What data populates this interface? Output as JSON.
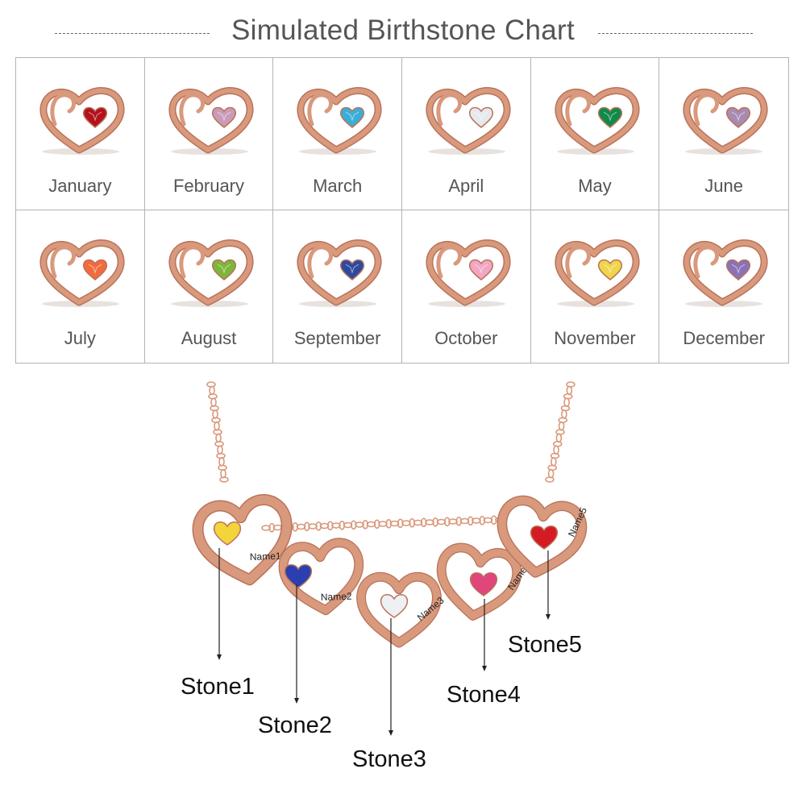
{
  "title": "Simulated Birthstone Chart",
  "months": [
    {
      "name": "January",
      "stone_color": "#b3121d"
    },
    {
      "name": "February",
      "stone_color": "#c99bb8"
    },
    {
      "name": "March",
      "stone_color": "#3aaed8"
    },
    {
      "name": "April",
      "stone_color": "#e6e9ee"
    },
    {
      "name": "May",
      "stone_color": "#0f8a4a"
    },
    {
      "name": "June",
      "stone_color": "#a88bb3"
    },
    {
      "name": "July",
      "stone_color": "#f26b3d"
    },
    {
      "name": "August",
      "stone_color": "#7cb63a"
    },
    {
      "name": "September",
      "stone_color": "#2d4a9e"
    },
    {
      "name": "October",
      "stone_color": "#f2a6c4"
    },
    {
      "name": "November",
      "stone_color": "#efd54a"
    },
    {
      "name": "December",
      "stone_color": "#8a72b8"
    }
  ],
  "pendants": [
    {
      "engraving": "Name1",
      "stone_label": "Stone1",
      "stone_color": "#f3d43a"
    },
    {
      "engraving": "Name2",
      "stone_label": "Stone2",
      "stone_color": "#2b3fb0"
    },
    {
      "engraving": "Name3",
      "stone_label": "Stone3",
      "stone_color": "#eef0f3"
    },
    {
      "engraving": "Name4",
      "stone_label": "Stone4",
      "stone_color": "#e0457c"
    },
    {
      "engraving": "Name5",
      "stone_label": "Stone5",
      "stone_color": "#d51b22"
    }
  ],
  "metal_color": "#d9997c"
}
